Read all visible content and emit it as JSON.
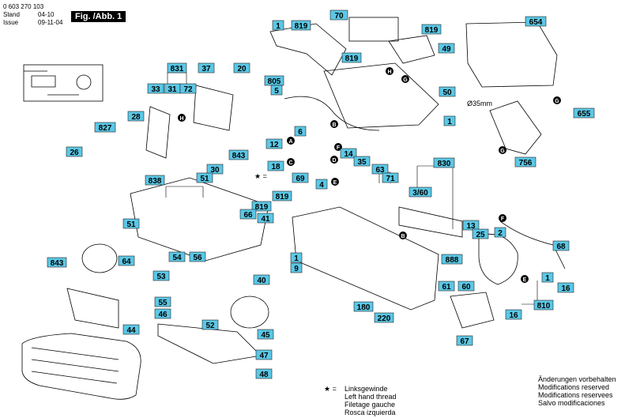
{
  "header": {
    "doc_number": "0 603 270 103",
    "stand_label": "Stand",
    "stand_value": "04-10",
    "issue_label": "Issue",
    "issue_value": "09-11-04",
    "fig_label": "Fig. /Abb. 1"
  },
  "legend": {
    "symbol": "★ =",
    "lines": [
      "Linksgewinde",
      "Left hand thread",
      "Filetage gauche",
      "Rosca izquierda"
    ]
  },
  "modifications": [
    "Änderungen vorbehalten",
    "Modifications reserved",
    "Modifications reservees",
    "Salvo modificaciones"
  ],
  "annotations": {
    "diameter": "Ø35mm"
  },
  "circle_markers": [
    "A",
    "B",
    "C",
    "D",
    "E",
    "F",
    "G",
    "H"
  ],
  "part_labels": {
    "p1": "1",
    "p2": "2",
    "p6": "6",
    "p9": "9",
    "p12": "12",
    "p13": "13",
    "p14": "14",
    "p16": "16",
    "p18": "18",
    "p20": "20",
    "p25": "25",
    "p26": "26",
    "p28": "28",
    "p30": "30",
    "p31": "31",
    "p33": "33",
    "p35": "35",
    "p37": "37",
    "p40": "40",
    "p41": "41",
    "p44": "44",
    "p45": "45",
    "p46": "46",
    "p47": "47",
    "p48": "48",
    "p49": "49",
    "p50": "50",
    "p51": "51",
    "p52": "52",
    "p53": "53",
    "p54": "54",
    "p55": "55",
    "p56": "56",
    "p60": "60",
    "p61": "61",
    "p63": "63",
    "p64": "64",
    "p66": "66",
    "p67": "67",
    "p68": "68",
    "p69": "69",
    "p70": "70",
    "p71": "71",
    "p72": "72",
    "p180": "180",
    "p220": "220",
    "p360": "3/60",
    "p4": "4",
    "p5": "5",
    "p654": "654",
    "p655": "655",
    "p756": "756",
    "p805": "805",
    "p810": "810",
    "p819": "819",
    "p827": "827",
    "p830": "830",
    "p831": "831",
    "p838": "838",
    "p843": "843",
    "p888": "888",
    "p16b": "16",
    "p1b": "1",
    "p1c": "1",
    "p1d": "1",
    "p819b": "819",
    "p819c": "819",
    "p819d": "819",
    "p819e": "819",
    "p843b": "843",
    "p51b": "51"
  }
}
